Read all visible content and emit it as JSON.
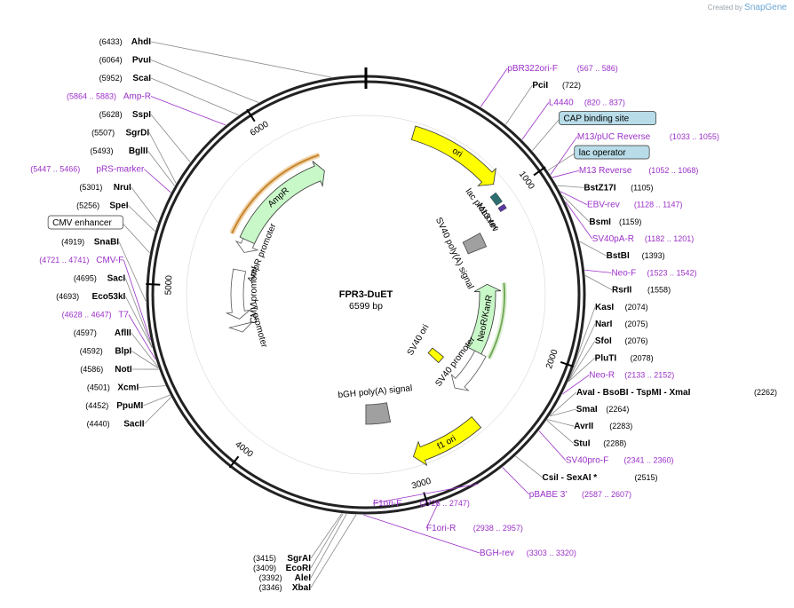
{
  "header": {
    "created_by": "Created by",
    "brand_name": "SnapGene"
  },
  "plasmid": {
    "name": "FPR3-DuET",
    "length_label": "6599 bp",
    "length": 6599
  },
  "colors": {
    "enzyme": "#000000",
    "primer": "#9b30c8",
    "line": "#888888",
    "ori": "#ffff00",
    "resistance": "#c8f7c8",
    "terminator": "#a0a0a0",
    "promoter": "#ffffff",
    "cds_green": "#b8e0a0",
    "orange": "#e0a040",
    "box_blue": "#b8dce8"
  },
  "ticks": [
    {
      "pos": 0,
      "label": ""
    },
    {
      "pos": 1000,
      "label": "1000"
    },
    {
      "pos": 2000,
      "label": "2000"
    },
    {
      "pos": 3000,
      "label": "3000"
    },
    {
      "pos": 4000,
      "label": "4000"
    },
    {
      "pos": 5000,
      "label": "5000"
    },
    {
      "pos": 6000,
      "label": "6000"
    }
  ],
  "right_labels": [
    {
      "kind": "primer",
      "name": "pBR322ori-F",
      "coord": "(567 .. 586)",
      "pos": 576
    },
    {
      "kind": "enzyme",
      "name": "PciI",
      "coord": "(722)",
      "pos": 722
    },
    {
      "kind": "primer",
      "name": "L4440",
      "coord": "(820 .. 837)",
      "pos": 828
    },
    {
      "kind": "box",
      "name": "CAP binding site",
      "coord": "",
      "pos": 900
    },
    {
      "kind": "primer",
      "name": "M13/pUC Reverse",
      "coord": "(1033 .. 1055)",
      "pos": 1044
    },
    {
      "kind": "box",
      "name": "lac operator",
      "coord": "",
      "pos": 1020
    },
    {
      "kind": "primer",
      "name": "M13 Reverse",
      "coord": "(1052 .. 1068)",
      "pos": 1060
    },
    {
      "kind": "enzyme",
      "name": "BstZ17I",
      "coord": "(1105)",
      "pos": 1105
    },
    {
      "kind": "primer",
      "name": "EBV-rev",
      "coord": "(1128 .. 1147)",
      "pos": 1137
    },
    {
      "kind": "enzyme",
      "name": "BsmI",
      "coord": "(1159)",
      "pos": 1159
    },
    {
      "kind": "primer",
      "name": "SV40pA-R",
      "coord": "(1182 .. 1201)",
      "pos": 1191
    },
    {
      "kind": "enzyme",
      "name": "BstBI",
      "coord": "(1393)",
      "pos": 1393
    },
    {
      "kind": "primer",
      "name": "Neo-F",
      "coord": "(1523 .. 1542)",
      "pos": 1532
    },
    {
      "kind": "enzyme",
      "name": "RsrII",
      "coord": "(1558)",
      "pos": 1558
    },
    {
      "kind": "enzyme",
      "name": "KasI",
      "coord": "(2074)",
      "pos": 2074
    },
    {
      "kind": "enzyme",
      "name": "NarI",
      "coord": "(2075)",
      "pos": 2075
    },
    {
      "kind": "enzyme",
      "name": "SfoI",
      "coord": "(2076)",
      "pos": 2076
    },
    {
      "kind": "enzyme",
      "name": "PluTI",
      "coord": "(2078)",
      "pos": 2078
    },
    {
      "kind": "primer",
      "name": "Neo-R",
      "coord": "(2133 .. 2152)",
      "pos": 2142
    },
    {
      "kind": "enzyme_multi",
      "name": "AvaI  - BsoBI  - TspMI  - XmaI",
      "coord": "(2262)",
      "pos": 2262
    },
    {
      "kind": "enzyme",
      "name": "SmaI",
      "coord": "(2264)",
      "pos": 2264
    },
    {
      "kind": "enzyme",
      "name": "AvrII",
      "coord": "(2283)",
      "pos": 2283
    },
    {
      "kind": "enzyme",
      "name": "StuI",
      "coord": "(2288)",
      "pos": 2288
    },
    {
      "kind": "primer",
      "name": "SV40pro-F",
      "coord": "(2341 .. 2360)",
      "pos": 2350
    },
    {
      "kind": "enzyme_multi",
      "name": "CsiI  - SexAI *",
      "coord": "(2515)",
      "pos": 2515
    },
    {
      "kind": "primer",
      "name": "pBABE 3'",
      "coord": "(2587 .. 2607)",
      "pos": 2597
    },
    {
      "kind": "primer",
      "name": "F1ori-F",
      "coord": "(2726 .. 2747)",
      "pos": 2736
    },
    {
      "kind": "primer",
      "name": "F1ori-R",
      "coord": "(2938 .. 2957)",
      "pos": 2947
    },
    {
      "kind": "primer",
      "name": "BGH-rev",
      "coord": "(3303 .. 3320)",
      "pos": 3311
    }
  ],
  "left_labels": [
    {
      "kind": "enzyme",
      "name": "AhdI",
      "coord": "(6433)",
      "pos": 6433
    },
    {
      "kind": "enzyme",
      "name": "PvuI",
      "coord": "(6064)",
      "pos": 6064
    },
    {
      "kind": "enzyme",
      "name": "ScaI",
      "coord": "(5952)",
      "pos": 5952
    },
    {
      "kind": "primer",
      "name": "Amp-R",
      "coord": "(5864 .. 5883)",
      "pos": 5873
    },
    {
      "kind": "enzyme",
      "name": "SspI",
      "coord": "(5628)",
      "pos": 5628
    },
    {
      "kind": "enzyme",
      "name": "SgrDI",
      "coord": "(5507)",
      "pos": 5507
    },
    {
      "kind": "enzyme",
      "name": "BglII",
      "coord": "(5493)",
      "pos": 5493
    },
    {
      "kind": "primer",
      "name": "pRS-marker",
      "coord": "(5447 .. 5466)",
      "pos": 5456
    },
    {
      "kind": "enzyme",
      "name": "NruI",
      "coord": "(5301)",
      "pos": 5301
    },
    {
      "kind": "enzyme",
      "name": "SpeI",
      "coord": "(5256)",
      "pos": 5256
    },
    {
      "kind": "box",
      "name": "CMV enhancer",
      "coord": "",
      "pos": 5150
    },
    {
      "kind": "enzyme",
      "name": "SnaBI",
      "coord": "(4919)",
      "pos": 4919
    },
    {
      "kind": "primer",
      "name": "CMV-F",
      "coord": "(4721 .. 4741)",
      "pos": 4731
    },
    {
      "kind": "enzyme",
      "name": "SacI",
      "coord": "(4695)",
      "pos": 4695
    },
    {
      "kind": "enzyme",
      "name": "Eco53kI",
      "coord": "(4693)",
      "pos": 4693
    },
    {
      "kind": "primer",
      "name": "T7",
      "coord": "(4628 .. 4647)",
      "pos": 4637
    },
    {
      "kind": "enzyme",
      "name": "AflII",
      "coord": "(4597)",
      "pos": 4597
    },
    {
      "kind": "enzyme",
      "name": "BlpI",
      "coord": "(4592)",
      "pos": 4592
    },
    {
      "kind": "enzyme",
      "name": "NotI",
      "coord": "(4586)",
      "pos": 4586
    },
    {
      "kind": "enzyme",
      "name": "XcmI",
      "coord": "(4501)",
      "pos": 4501
    },
    {
      "kind": "enzyme",
      "name": "PpuMI",
      "coord": "(4452)",
      "pos": 4452
    },
    {
      "kind": "enzyme",
      "name": "SacII",
      "coord": "(4440)",
      "pos": 4440
    },
    {
      "kind": "enzyme",
      "name": "SgrAI",
      "coord": "(3415)",
      "pos": 3415
    },
    {
      "kind": "enzyme",
      "name": "EcoRI",
      "coord": "(3409)",
      "pos": 3409
    },
    {
      "kind": "enzyme",
      "name": "AleI",
      "coord": "(3392)",
      "pos": 3392
    },
    {
      "kind": "enzyme",
      "name": "XbaI",
      "coord": "(3346)",
      "pos": 3346
    }
  ],
  "features": [
    {
      "name": "ori",
      "type": "ori",
      "start": 300,
      "end": 900
    },
    {
      "name": "AmpR",
      "type": "resistance",
      "start": 5400,
      "end": 6260
    },
    {
      "name": "AmpR promoter",
      "type": "promoter",
      "start": 5300,
      "end": 5400
    },
    {
      "name": "lac promoter",
      "type": "promoter_text",
      "start": 950,
      "end": 1020
    },
    {
      "name": "M13 rev",
      "type": "primer_text",
      "start": 1040,
      "end": 1070
    },
    {
      "name": "SV40 poly(A) signal",
      "type": "terminator",
      "start": 1130,
      "end": 1250
    },
    {
      "name": "NeoR/KanR",
      "type": "resistance",
      "start": 1560,
      "end": 2150
    },
    {
      "name": "SV40 promoter",
      "type": "promoter",
      "start": 2150,
      "end": 2500
    },
    {
      "name": "SV40 ori",
      "type": "ori_small",
      "start": 2360,
      "end": 2440
    },
    {
      "name": "f1 ori",
      "type": "ori",
      "start": 2550,
      "end": 3000
    },
    {
      "name": "bGH poly(A) signal",
      "type": "terminator",
      "start": 3100,
      "end": 3300
    },
    {
      "name": "CMV promoter",
      "type": "promoter",
      "start": 4750,
      "end": 5150
    },
    {
      "name": "T7 promoter",
      "type": "promoter",
      "start": 4640,
      "end": 4700
    }
  ]
}
